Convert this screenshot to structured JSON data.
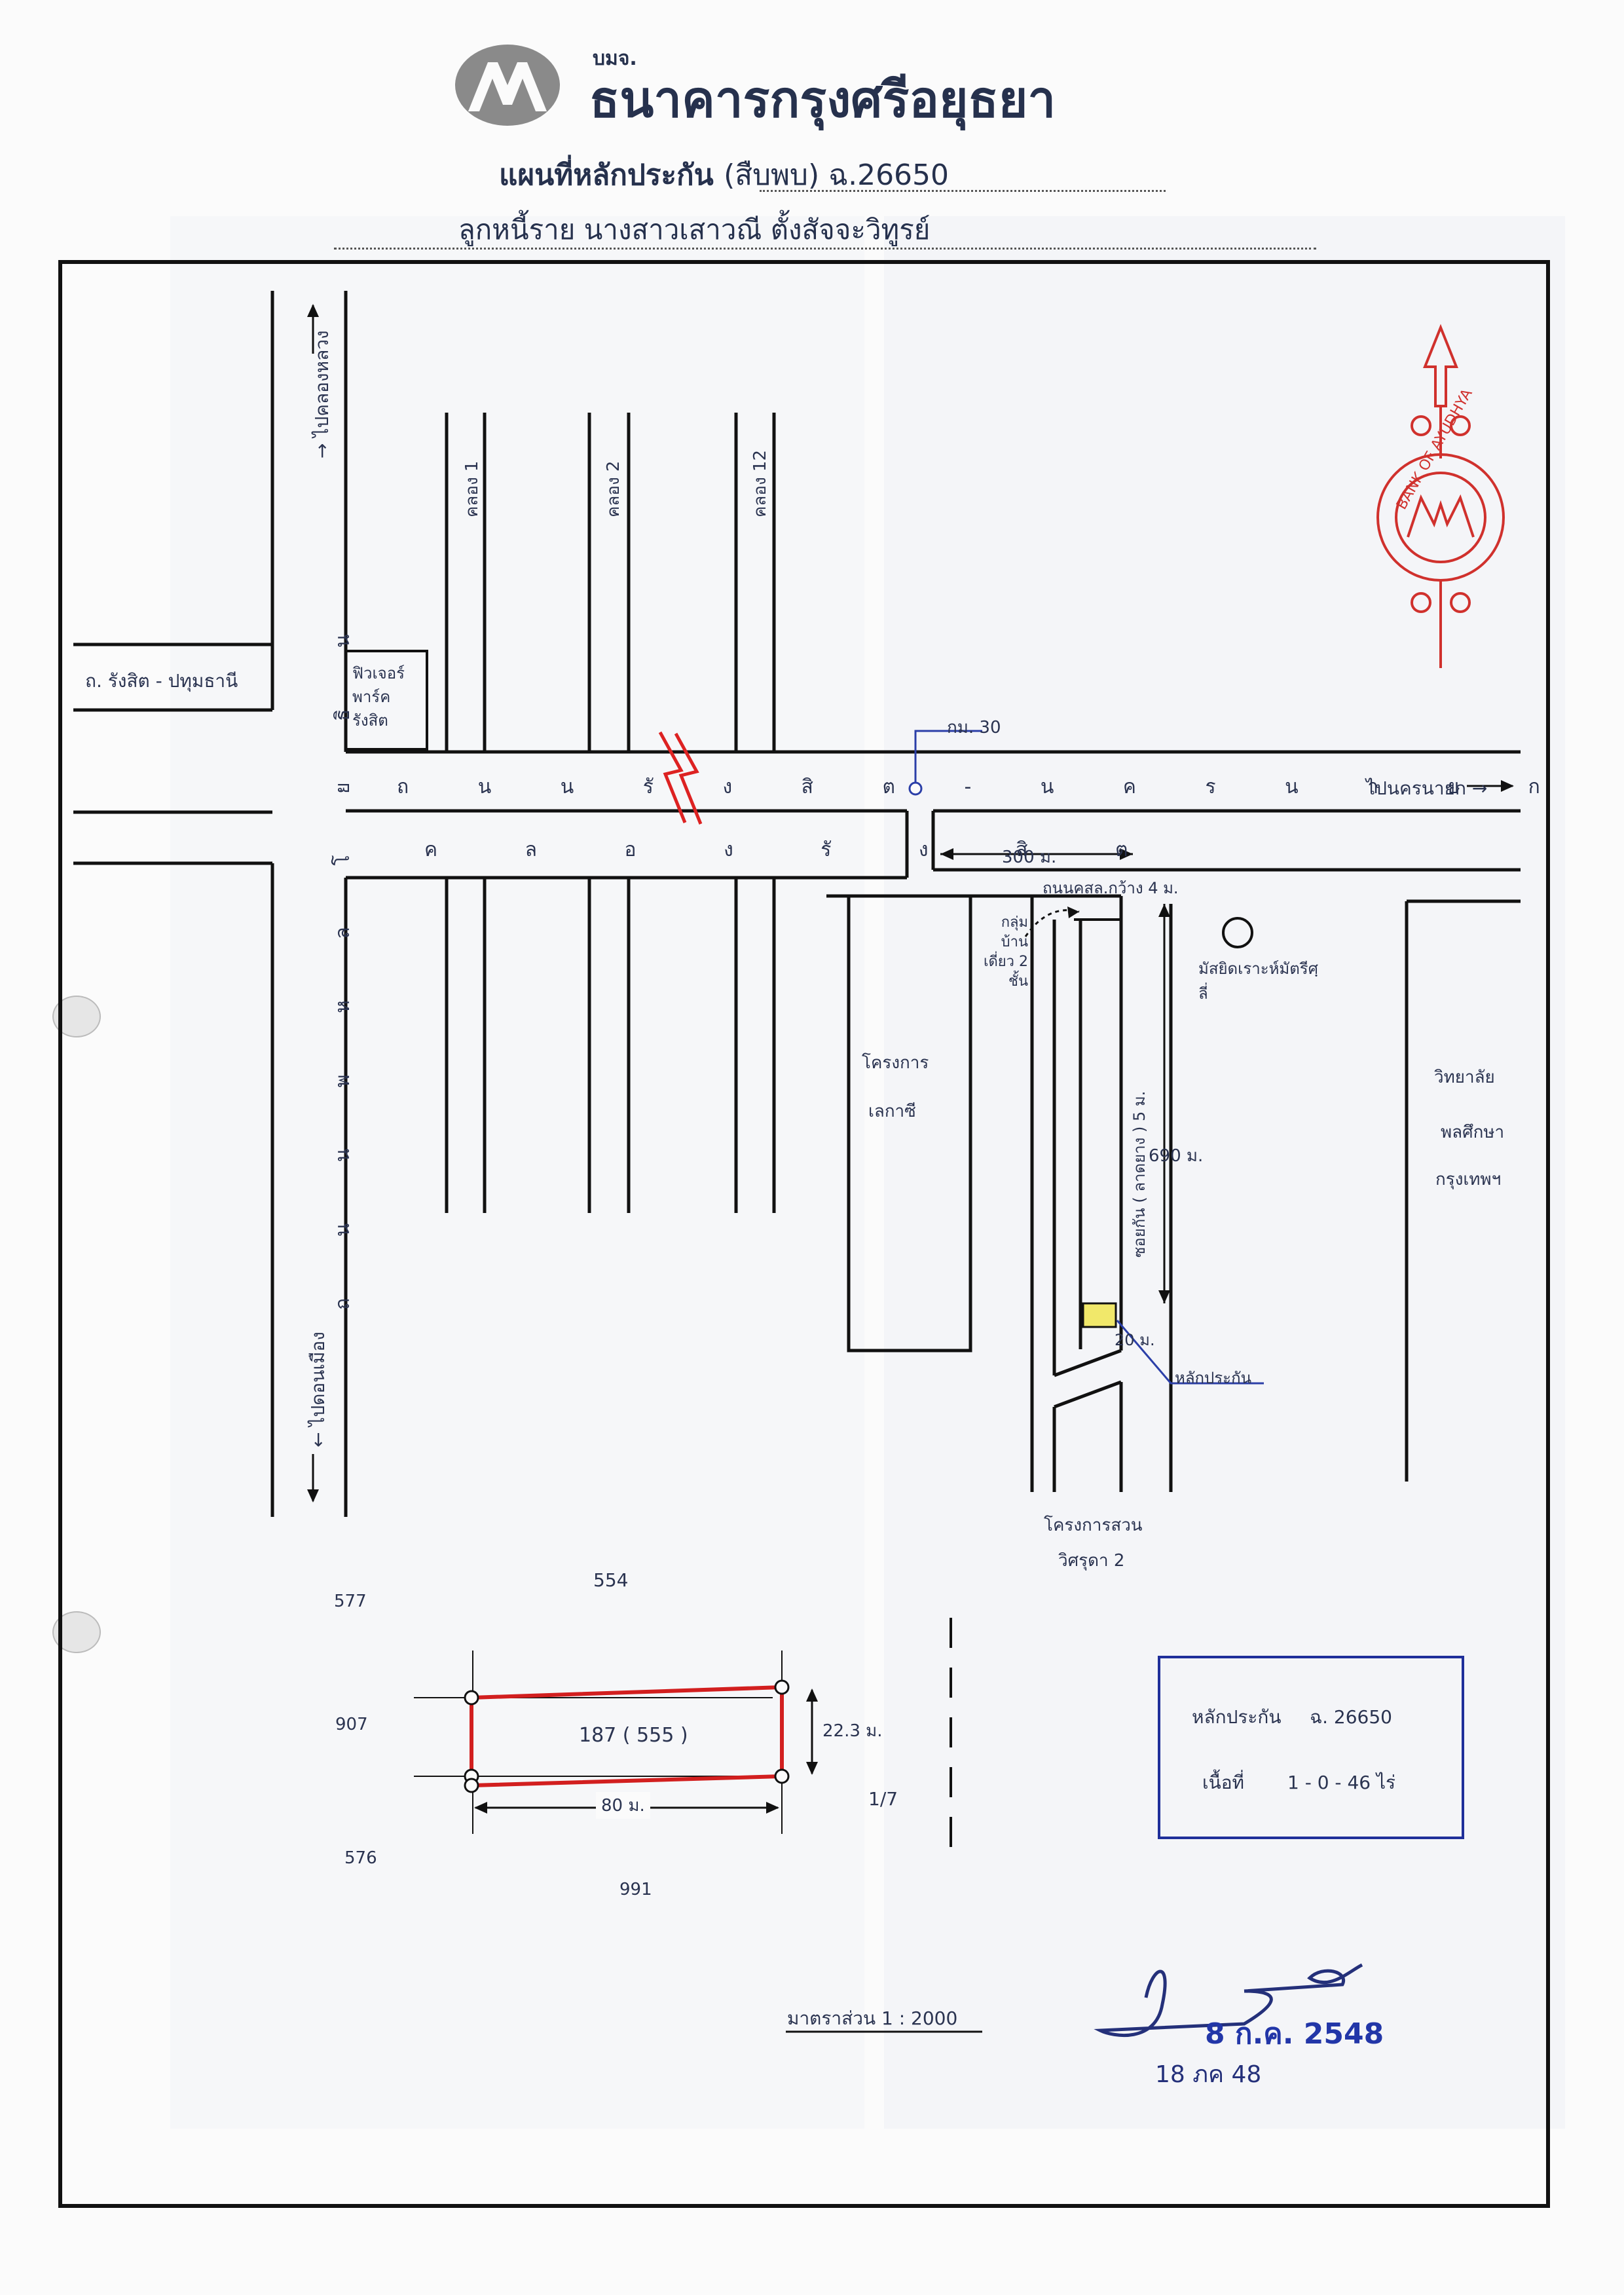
{
  "header": {
    "bank_abbr": "บมจ.",
    "bank_name": "ธนาคารกรุงศรีอยุธยา",
    "doc_title": "แผนที่หลักประกัน",
    "doc_title_suffix": "(สืบพบ) ฉ.26650",
    "debtor": "ลูกหนี้ราย  นางสาวเสาวณี  ตั้งสัจจะวิทูรย์"
  },
  "seal": {
    "text": "BANK OF AYUDHYA"
  },
  "map": {
    "road_left_top": "ไปคลองหลวง →",
    "road_left_bottom": "← ไปดอนเมือง",
    "road_left_name": "ถ น น พ ห ล โ ย ธิ น",
    "road_side_left": "ถ. รังสิต - ปทุมธานี",
    "future_park": "ฟิวเจอร์ พาร์ค รังสิต",
    "canal_1": "คลอง 1",
    "canal_2": "คลอง 2",
    "canal_12": "คลอง 12",
    "main_road": "ถ น น รั ง สิ ต - น ค ร น า ย ก",
    "main_canal": "ค ล อ ง รั ง สิ ต",
    "to_nakhon_nayok": "ไปนครนายก →",
    "km_marker": "กม. 30",
    "dist_300": "300 ม.",
    "concrete_road": "ถนนคสล.กว้าง  4  ม.",
    "house_group": "กลุ่ม บ้านเดี่ยว 2 ชั้น",
    "mosque": "มัสยิดเราะห์มัตรีศฺลี่",
    "project_left_1": "โครงการ",
    "project_left_2": "เลกาซี",
    "soi": "ซอยกัน ( ลาดยาง ) 5 ม.",
    "dist_690": "690 ม.",
    "dist_20": "20 ม.",
    "collateral_label": "หลักประกัน",
    "college_1": "วิทยาลัย",
    "college_2": "พลศึกษา",
    "college_3": "กรุงเทพฯ",
    "project_bottom_1": "โครงการสวน",
    "project_bottom_2": "วิศรุดา 2"
  },
  "plot": {
    "n_554": "554",
    "n_577": "577",
    "n_907": "907",
    "n_576": "576",
    "n_991": "991",
    "parcel": "187 ( 555 )",
    "width": "22.3 ม.",
    "length": "80 ม.",
    "side_mark": "1/7"
  },
  "info_box": {
    "line1_label": "หลักประกัน",
    "line1_value": "ฉ. 26650",
    "line2_label": "เนื้อที่",
    "line2_value": "1 - 0 - 46  ไร่"
  },
  "scale": "มาตราส่วน  1 : 2000",
  "stamp": {
    "date": "8 ก.ค. 2548",
    "handwritten_date": "18 ภค 48"
  }
}
